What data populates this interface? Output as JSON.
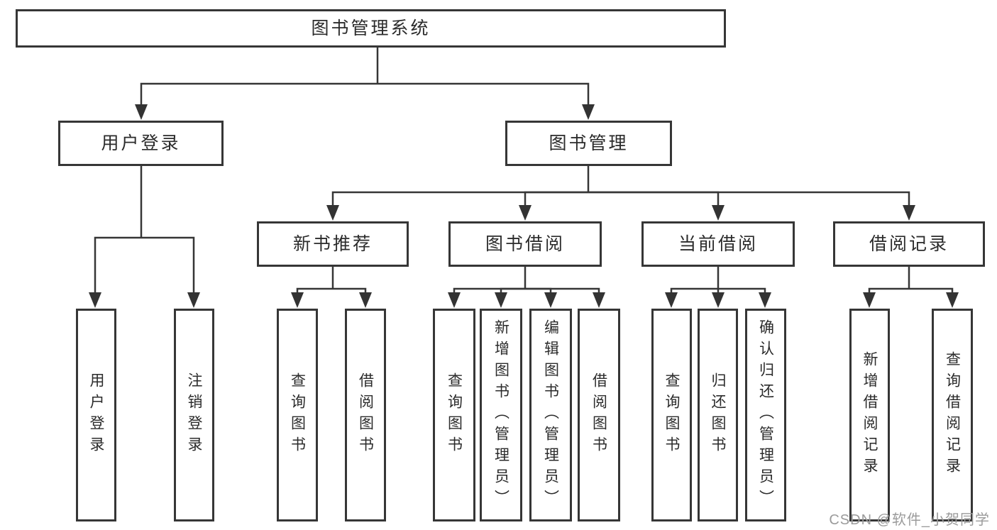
{
  "diagram": {
    "root": {
      "label": "图书管理系统"
    },
    "level2": {
      "user_login": {
        "label": "用户登录"
      },
      "book_mgmt": {
        "label": "图书管理"
      }
    },
    "level3": {
      "new_book_rec": {
        "label": "新书推荐"
      },
      "book_borrow": {
        "label": "图书借阅"
      },
      "current_borrow": {
        "label": "当前借阅"
      },
      "borrow_records": {
        "label": "借阅记录"
      }
    },
    "leaves": {
      "user_login": [
        "用户登录",
        "注销登录"
      ],
      "new_book_rec": [
        "查询图书",
        "借阅图书"
      ],
      "book_borrow": [
        "查询图书",
        "新增图书（管理员）",
        "编辑图书（管理员）",
        "借阅图书"
      ],
      "current_borrow": [
        "查询图书",
        "归还图书",
        "确认归还（管理员）"
      ],
      "borrow_records": [
        "新增借阅记录",
        "查询借阅记录"
      ]
    }
  },
  "watermark": {
    "text": "CSDN @软件_小贺同学"
  },
  "colors": {
    "line": "#363636",
    "box_border": "#363636",
    "box_fill": "#ffffff",
    "text": "#2b2b2b",
    "watermark": "#9b9b9b",
    "background": "#ffffff"
  }
}
